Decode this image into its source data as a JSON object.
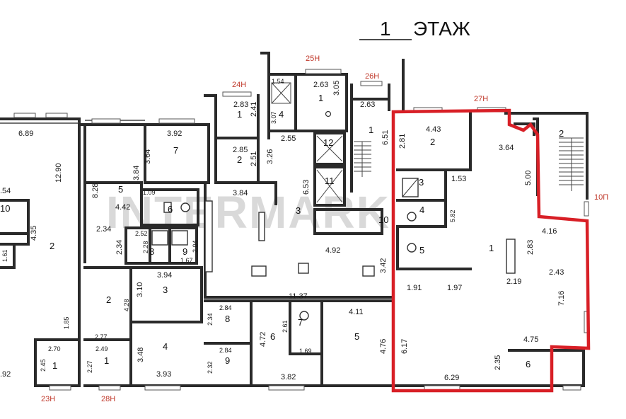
{
  "title": {
    "number": "1",
    "word": "ЭТАЖ"
  },
  "watermark": "INTERMARK",
  "colors": {
    "highlight": "#d81f26",
    "axis": "#c0392b",
    "wall": "#2a2a2a"
  },
  "axes": [
    "25Н",
    "24Н",
    "26Н",
    "27Н",
    "10П",
    "23Н",
    "28Н"
  ],
  "rooms": [
    "1",
    "1",
    "4",
    "1",
    "2",
    "2",
    "7",
    "5",
    "6",
    "3",
    "2",
    "3",
    "4",
    "8",
    "9",
    "8",
    "9",
    "6",
    "7",
    "5",
    "1",
    "1",
    "12",
    "11",
    "10",
    "2",
    "3",
    "4",
    "5",
    "1",
    "6",
    "10",
    "2"
  ],
  "dims": [
    "1.54",
    "2.63",
    "3.05",
    "3.07",
    "2.83",
    "2.41",
    "2.55",
    "2.63",
    "6.51",
    "6.89",
    "3.92",
    "3.64",
    "2.85",
    "2.51",
    "3.26",
    "2.81",
    "4.43",
    "3.64",
    "12.90",
    "8.28",
    "3.84",
    "1.09",
    "3.84",
    "6.53",
    "1.53",
    "5.00",
    "4.42",
    ".54",
    "4.35",
    "2.34",
    "2.34",
    "2.52",
    "2.28",
    "2.04",
    "1.67",
    "5.82",
    "4.16",
    "2.83",
    "1.61",
    "4.92",
    "3.42",
    "3.94",
    "3.10",
    "2.43",
    "1.91",
    "1.97",
    "2.19",
    "11.37",
    "7.16",
    "4.28",
    "2.84",
    "2.34",
    "2.61",
    "4.11",
    "1.85",
    "2.77",
    "4.72",
    "4.76",
    "6.17",
    "3.48",
    "3.93",
    "1.69",
    "4.75",
    "2.70",
    "2.49",
    "2.84",
    "2.45",
    "2.27",
    "2.32",
    "2.35",
    "3.82",
    "6.29",
    ".92"
  ]
}
